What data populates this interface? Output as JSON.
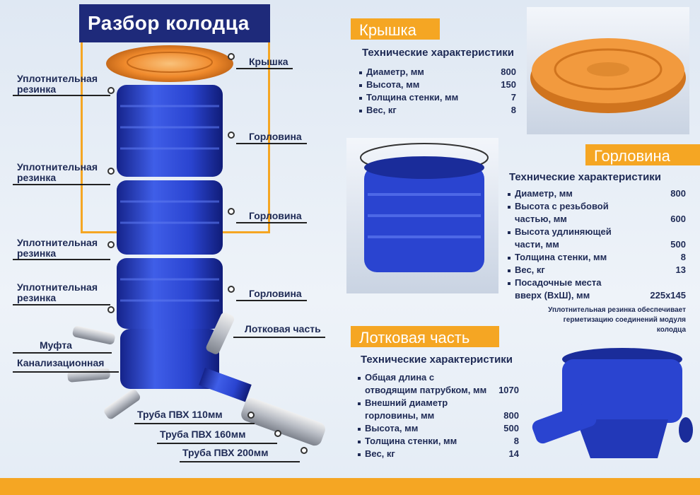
{
  "title": "Разбор колодца",
  "diagram": {
    "left_labels": [
      {
        "line1": "Уплотнительная",
        "line2": "резинка"
      },
      {
        "line1": "Уплотнительная",
        "line2": "резинка"
      },
      {
        "line1": "Уплотнительная",
        "line2": "резинка"
      },
      {
        "line1": "Уплотнительная",
        "line2": "резинка"
      },
      {
        "line1": "Муфта",
        "line2": ""
      },
      {
        "line1": "Канализационная",
        "line2": ""
      }
    ],
    "right_labels": [
      "Крышка",
      "Горловина",
      "Горловина",
      "Горловина",
      "Лотковая часть"
    ],
    "pipe_labels": [
      "Труба ПВХ 110мм",
      "Труба ПВХ 160мм",
      "Труба ПВХ 200мм"
    ]
  },
  "lid": {
    "heading": "Крышка",
    "subheading": "Технические характеристики",
    "specs": [
      {
        "label": "Диаметр, мм",
        "value": "800"
      },
      {
        "label": "Высота, мм",
        "value": "150"
      },
      {
        "label": "Толщина стенки, мм",
        "value": "7"
      },
      {
        "label": "Вес, кг",
        "value": "8"
      }
    ]
  },
  "neck": {
    "heading": "Горловина",
    "subheading": "Технические характеристики",
    "specs": [
      {
        "label": "Диаметр, мм",
        "value": "800"
      },
      {
        "label": "Высота с резьбовой",
        "label2": "частью, мм",
        "value": "600"
      },
      {
        "label": "Высота удлиняющей",
        "label2": "части, мм",
        "value": "500"
      },
      {
        "label": "Толщина стенки, мм",
        "value": "8"
      },
      {
        "label": "Вес, кг",
        "value": "13"
      },
      {
        "label": "Посадочные места",
        "label2": "вверх (ВхШ), мм",
        "value": "225х145"
      }
    ],
    "note": [
      "Уплотнительная резинка обеспечивает",
      "герметизацию соединений модуля",
      "колодца"
    ]
  },
  "tray": {
    "heading": "Лотковая часть",
    "subheading": "Технические характеристики",
    "specs": [
      {
        "label": "Общая длина с",
        "label2": "отводящим патрубком, мм",
        "value": "1070"
      },
      {
        "label": "Внешний диаметр",
        "label2": "горловины, мм",
        "value": "800"
      },
      {
        "label": "Высота, мм",
        "value": "500"
      },
      {
        "label": "Толщина стенки, мм",
        "value": "8"
      },
      {
        "label": "Вес, кг",
        "value": "14"
      }
    ]
  },
  "colors": {
    "accent": "#f5a623",
    "navy": "#1e2a7a",
    "blue": "#2a44d0",
    "lid": "#f08a2c"
  }
}
